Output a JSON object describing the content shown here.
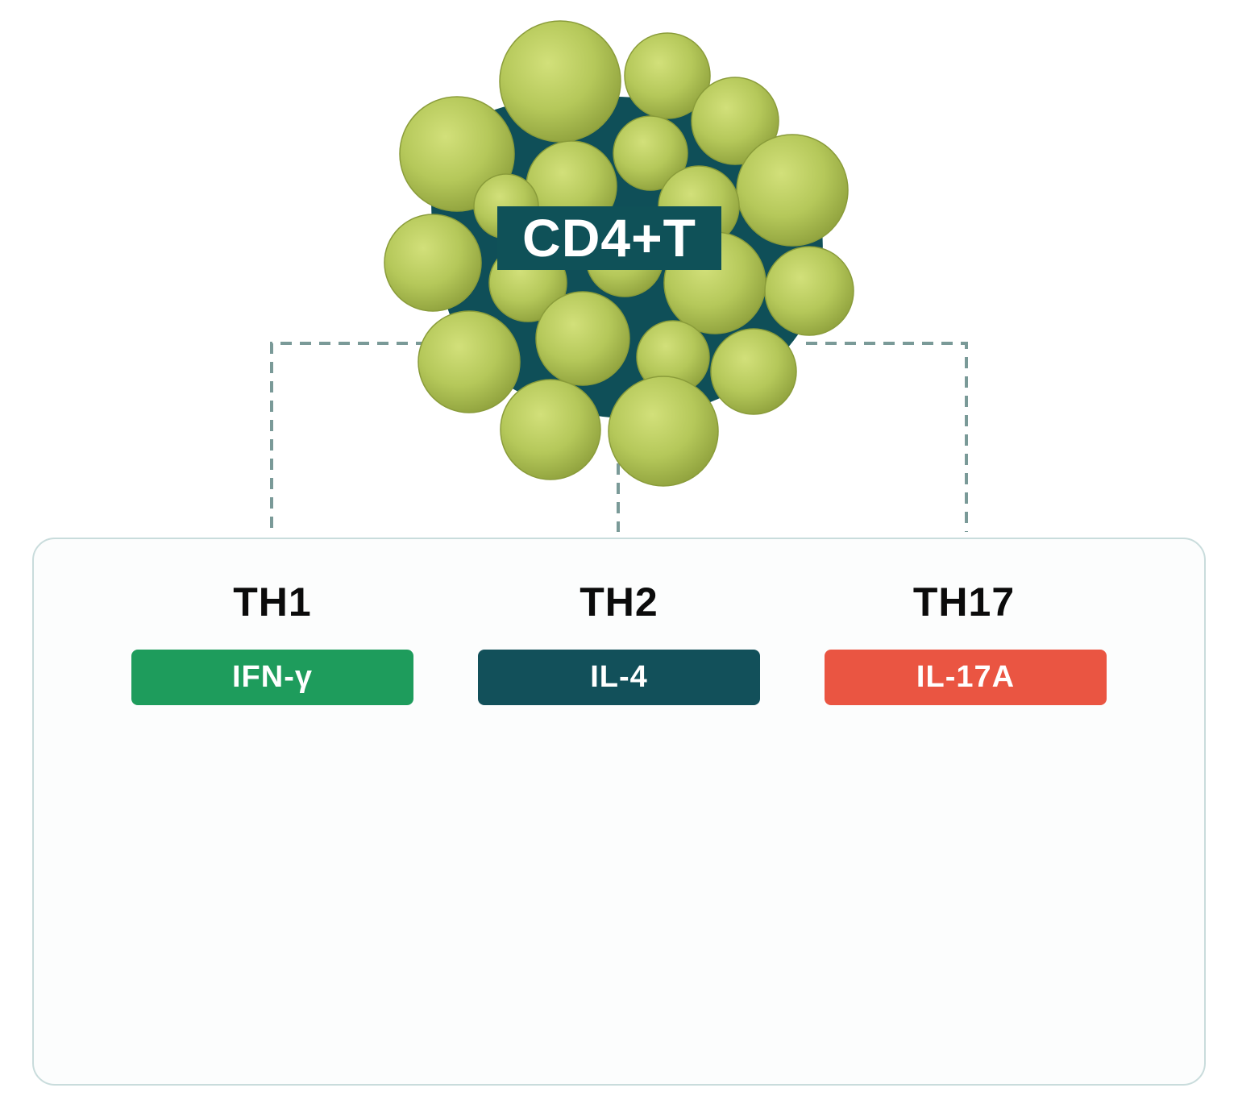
{
  "root": {
    "label": "CD4+T"
  },
  "subsets": [
    {
      "name": "TH1",
      "cytokine": "IFN-γ",
      "color": "#1e9c5c"
    },
    {
      "name": "TH2",
      "cytokine": "IL-4",
      "color": "#12505a"
    },
    {
      "name": "TH17",
      "cytokine": "IL-17A",
      "color": "#ea5542"
    }
  ],
  "colors": {
    "cell": "#b5c85a",
    "cluster_background": "#0f4f58",
    "connector": "#7a9a98",
    "ifn_gamma_dot": "#e4583f",
    "il4_dot": "#14b37a",
    "il17a_dot": "#f05a4a"
  }
}
